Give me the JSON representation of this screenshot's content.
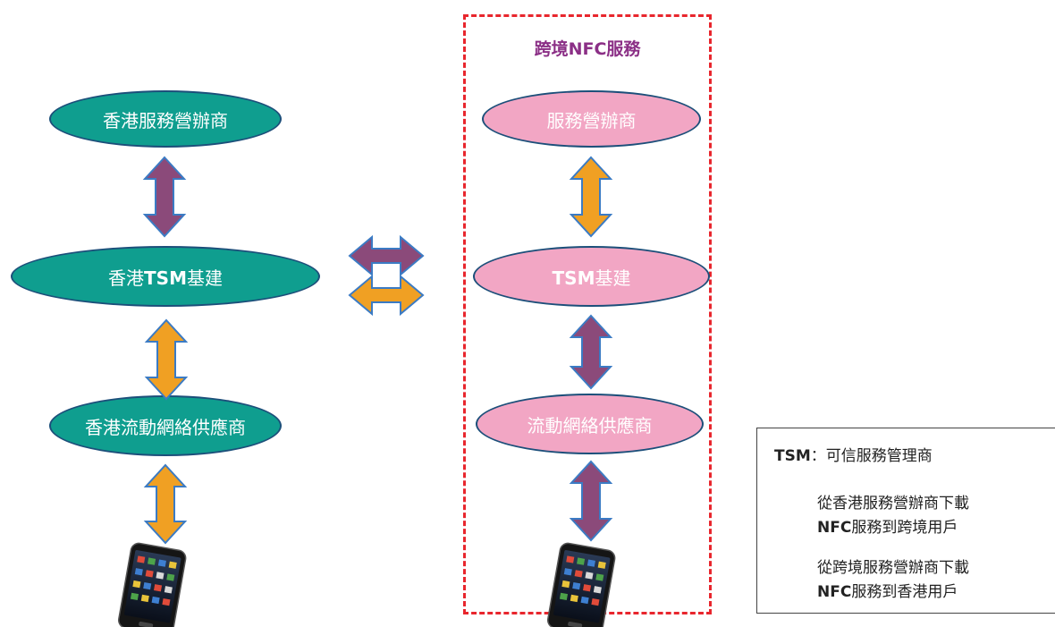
{
  "region": {
    "title": "跨境NFC服務"
  },
  "hk": {
    "service_provider": "香港服務營辦商",
    "tsm_prefix": "香港",
    "tsm_bold": "TSM",
    "tsm_suffix": "基建",
    "mobile_operator": "香港流動網絡供應商"
  },
  "cross": {
    "service_provider": "服務營辦商",
    "tsm_bold": "TSM",
    "tsm_suffix": "基建",
    "mobile_operator": "流動網絡供應商"
  },
  "legend": {
    "tsm_bold": "TSM",
    "tsm_desc": "：可信服務管理商",
    "purple_line1": "從香港服務營辦商下載",
    "purple_line2_bold": "NFC",
    "purple_line2_rest": "服務到跨境用戶",
    "orange_line1": "從跨境服務營辦商下載",
    "orange_line2_bold": "NFC",
    "orange_line2_rest": "服務到香港用戶"
  },
  "colors": {
    "teal": "#0f9e8f",
    "pink": "#f2a6c4",
    "purple_arrow": "#8b4a7a",
    "orange_arrow": "#f0a023",
    "arrow_outline": "#3b7bc4",
    "region_border": "#e8262d",
    "region_title": "#8b2f86"
  }
}
